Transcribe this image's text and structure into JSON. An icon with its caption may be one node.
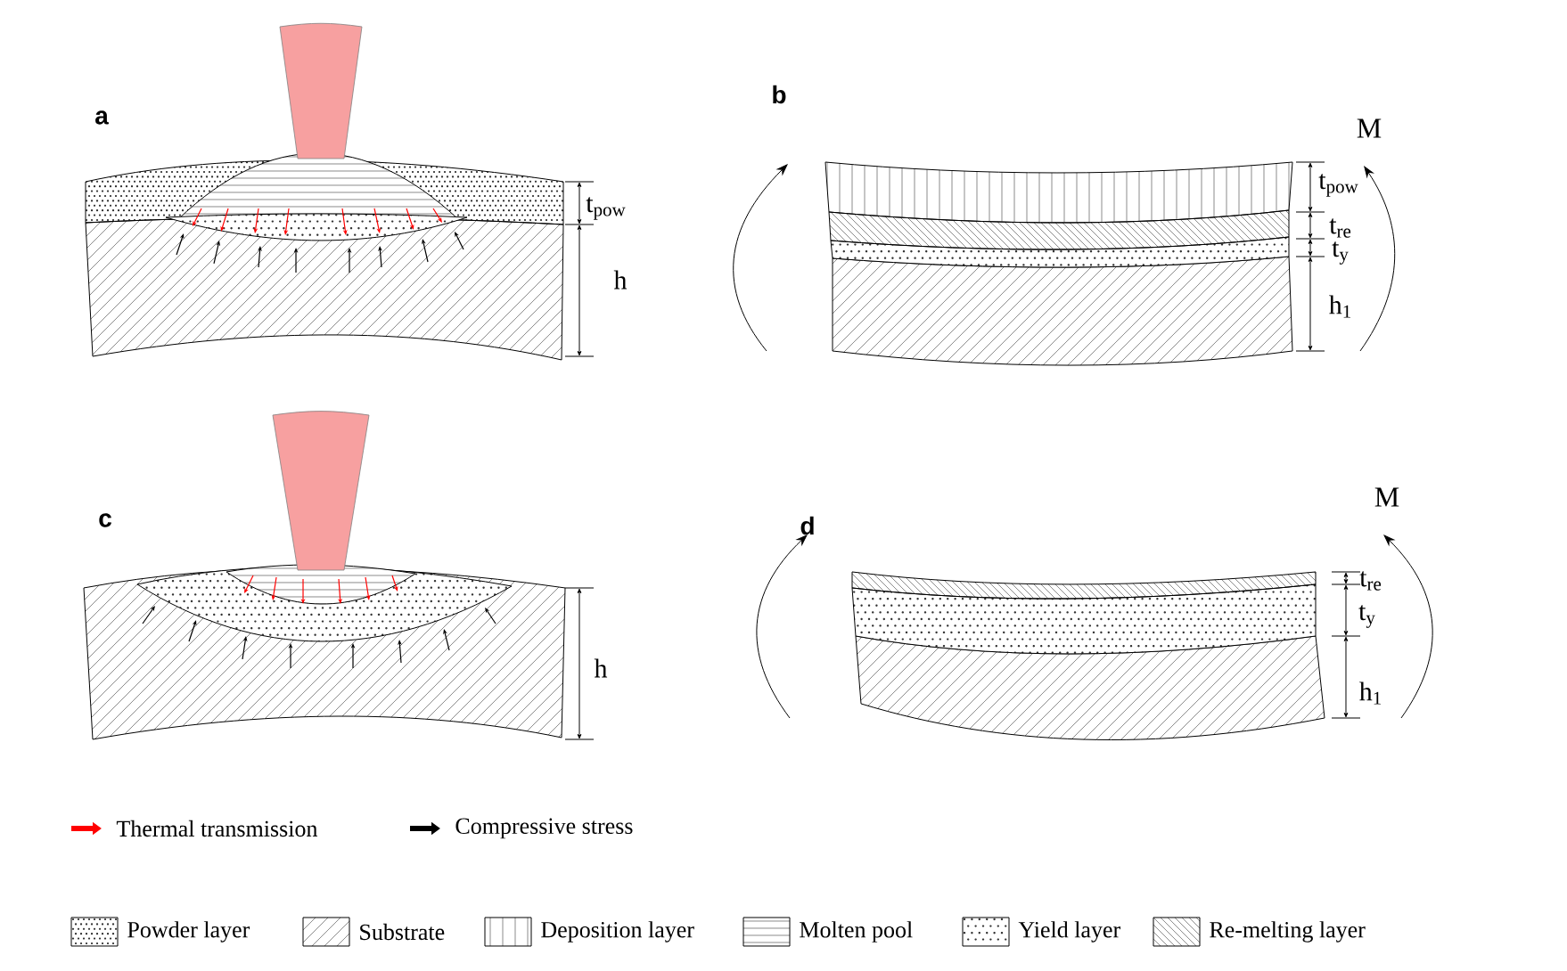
{
  "diagram": {
    "labels": [
      "a",
      "t$_{pow}$",
      "h",
      "b",
      "M",
      "t$_{pow}$",
      "t$_{re}$",
      "t$_{y}$",
      "h$_{1}$",
      "c",
      "h",
      "d",
      "M",
      "t$_{re}$",
      "t$_{y}$",
      "h$_{1}$"
    ],
    "legend": [
      {
        "text": "Thermal transmission"
      },
      {
        "text": "Compressive stress"
      },
      {
        "text": "Powder layer"
      },
      {
        "text": "Substrate"
      },
      {
        "text": "Deposition layer"
      },
      {
        "text": "Molten pool"
      },
      {
        "text": "Yield layer"
      },
      {
        "text": "Re-melting layer"
      }
    ]
  }
}
